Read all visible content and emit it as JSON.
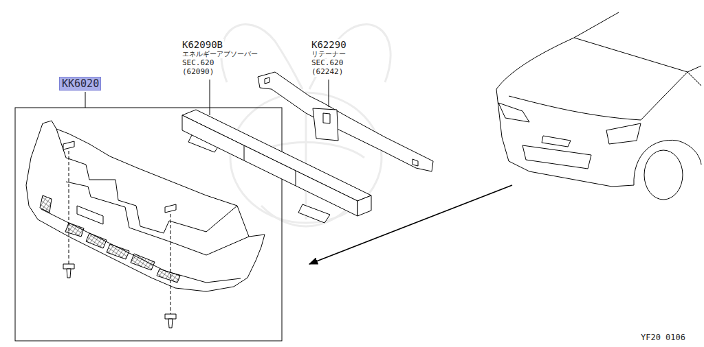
{
  "diagram": {
    "nodes": [
      {
        "text": [
          "KK6020"
        ]
      }
    ],
    "labels": [
      "K62090B",
      "エネルギーアブソーバー",
      "SEC.620",
      "(62090)",
      "K62290",
      "リテーナー",
      "SEC.620",
      "(62242)",
      "YF20 0106"
    ]
  }
}
